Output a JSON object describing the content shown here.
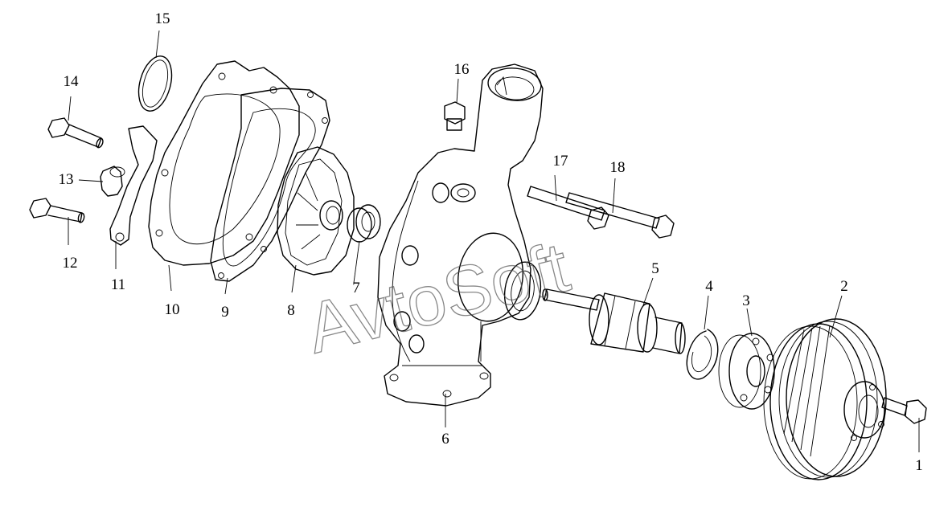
{
  "watermark": "AvtoSoft",
  "callouts": [
    {
      "id": "1",
      "label": "1"
    },
    {
      "id": "2",
      "label": "2"
    },
    {
      "id": "3",
      "label": "3"
    },
    {
      "id": "4",
      "label": "4"
    },
    {
      "id": "5",
      "label": "5"
    },
    {
      "id": "6",
      "label": "6"
    },
    {
      "id": "7",
      "label": "7"
    },
    {
      "id": "8",
      "label": "8"
    },
    {
      "id": "9",
      "label": "9"
    },
    {
      "id": "10",
      "label": "10"
    },
    {
      "id": "11",
      "label": "11"
    },
    {
      "id": "12",
      "label": "12"
    },
    {
      "id": "13",
      "label": "13"
    },
    {
      "id": "14",
      "label": "14"
    },
    {
      "id": "15",
      "label": "15"
    },
    {
      "id": "16",
      "label": "16"
    },
    {
      "id": "17",
      "label": "17"
    },
    {
      "id": "18",
      "label": "18"
    }
  ]
}
